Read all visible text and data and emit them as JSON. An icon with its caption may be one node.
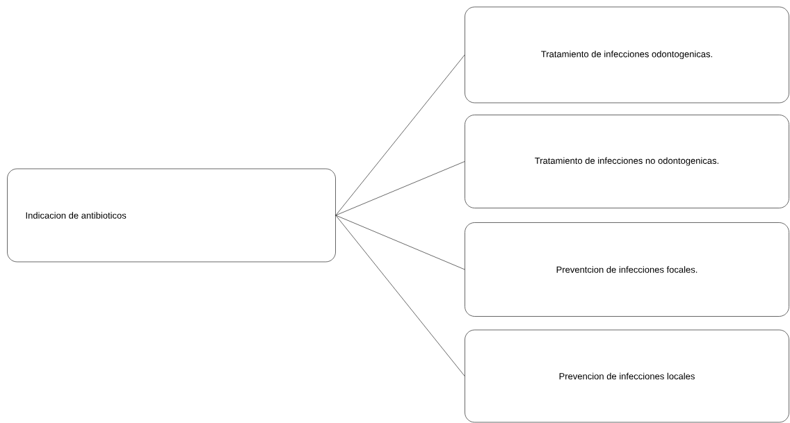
{
  "diagram": {
    "nodes": [
      {
        "text": [
          "Indicacion de antibioticos"
        ]
      },
      {
        "text": [
          "Tratamiento de infecciones odontogenicas."
        ]
      },
      {
        "text": [
          "Tratamiento de infecciones no odontogenicas."
        ]
      },
      {
        "text": [
          "Preventcion de infecciones focales."
        ]
      },
      {
        "text": [
          "Prevencion de infecciones locales"
        ]
      }
    ],
    "edges": [
      {
        "from": 0,
        "to": 1,
        "arrow": "none"
      },
      {
        "from": 0,
        "to": 2,
        "arrow": "none"
      },
      {
        "from": 0,
        "to": 3,
        "arrow": "none"
      },
      {
        "from": 0,
        "to": 4,
        "arrow": "none"
      }
    ]
  }
}
